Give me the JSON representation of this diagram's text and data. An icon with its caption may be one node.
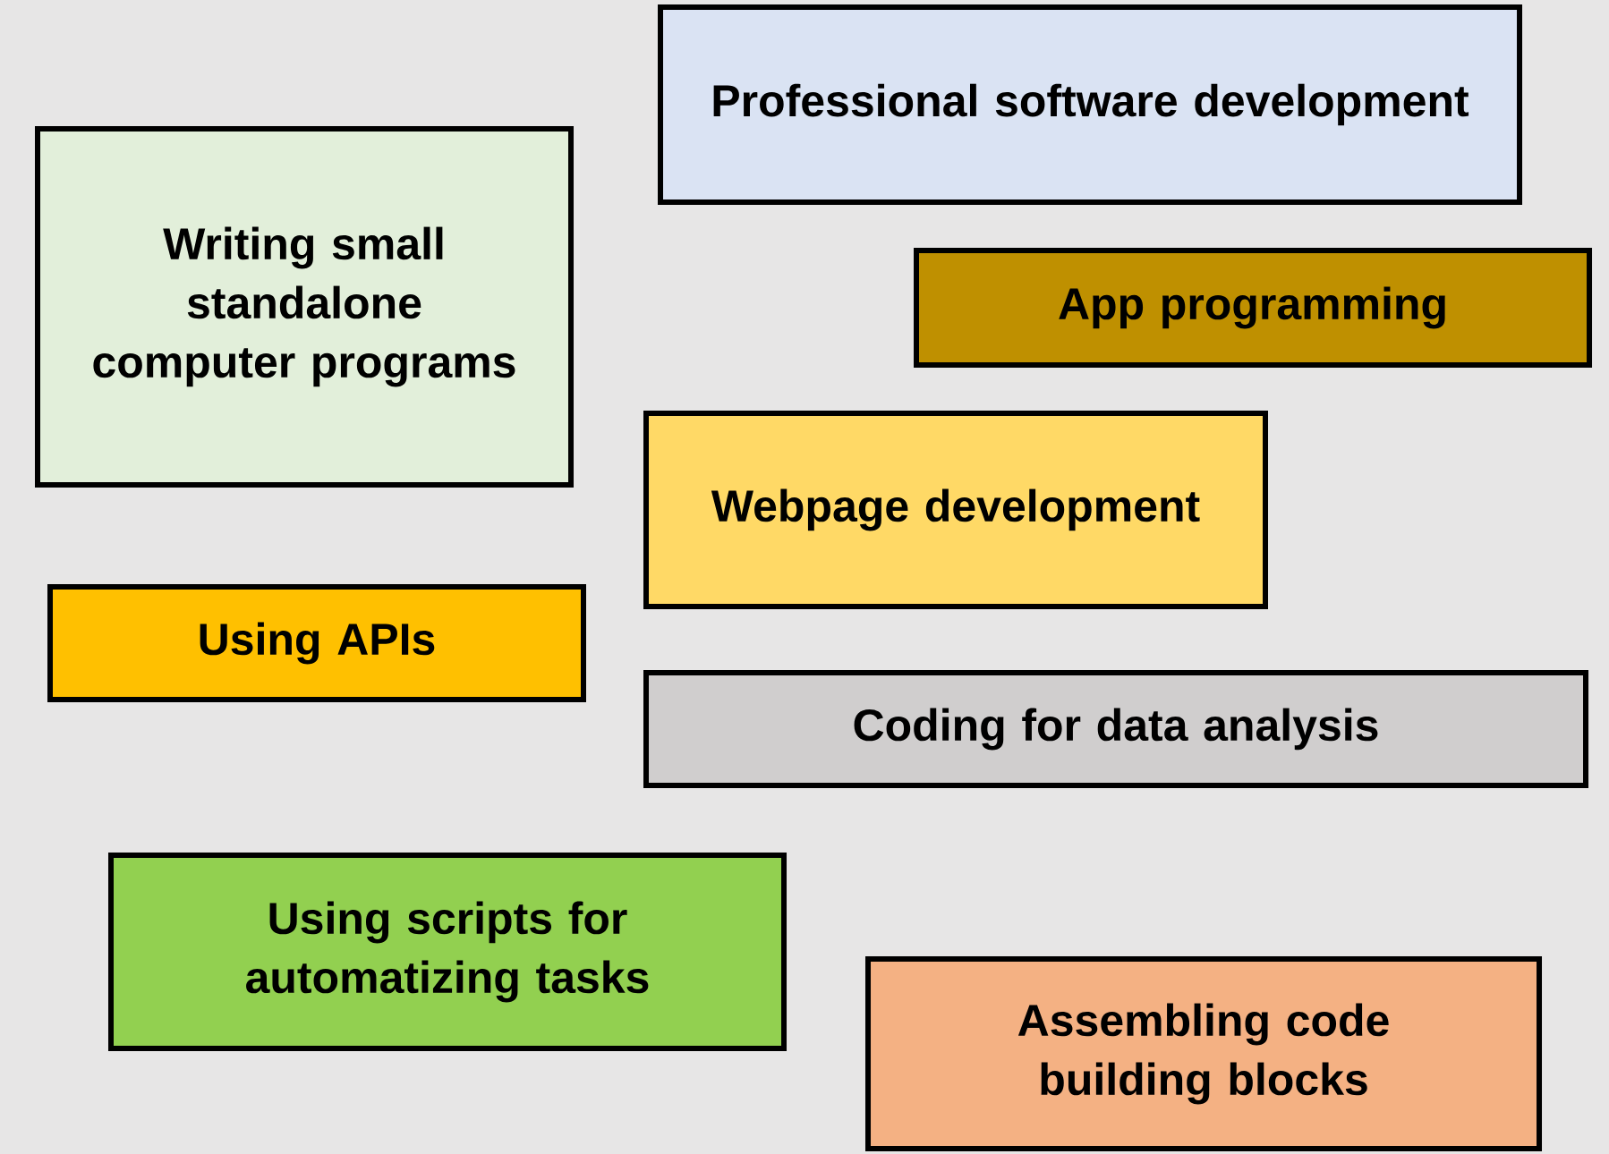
{
  "diagram": {
    "nodes": [
      {
        "text": [
          "Professional software development"
        ]
      },
      {
        "text": [
          "Writing small standalone computer programs"
        ]
      },
      {
        "text": [
          "App programming"
        ]
      },
      {
        "text": [
          "Webpage development"
        ]
      },
      {
        "text": [
          "Using APIs"
        ]
      },
      {
        "text": [
          "Coding for data analysis"
        ]
      },
      {
        "text": [
          "Using scripts for automatizing tasks"
        ]
      },
      {
        "text": [
          "Assembling code building blocks"
        ]
      }
    ]
  }
}
